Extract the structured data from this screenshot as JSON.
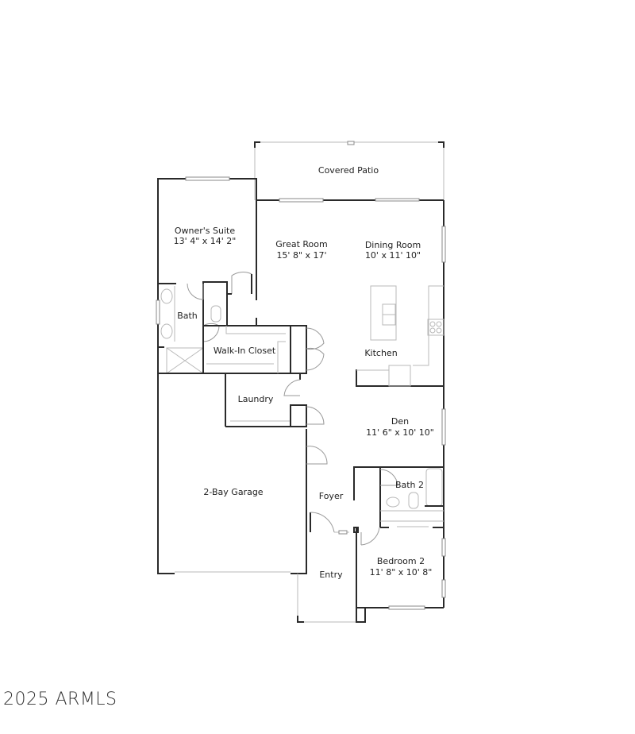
{
  "plan": {
    "rooms": [
      {
        "name": "Covered Patio",
        "dims": ""
      },
      {
        "name": "Owner's Suite",
        "dims": "13' 4\" x 14' 2\""
      },
      {
        "name": "Great Room",
        "dims": "15' 8\" x 17'"
      },
      {
        "name": "Dining Room",
        "dims": "10' x 11' 10\""
      },
      {
        "name": "Bath",
        "dims": ""
      },
      {
        "name": "Walk-In Closet",
        "dims": ""
      },
      {
        "name": "Kitchen",
        "dims": ""
      },
      {
        "name": "Laundry",
        "dims": ""
      },
      {
        "name": "Den",
        "dims": "11' 6\" x 10' 10\""
      },
      {
        "name": "2-Bay Garage",
        "dims": ""
      },
      {
        "name": "Foyer",
        "dims": ""
      },
      {
        "name": "Bath 2",
        "dims": ""
      },
      {
        "name": "Bedroom 2",
        "dims": "11' 8\" x 10' 8\""
      },
      {
        "name": "Entry",
        "dims": ""
      }
    ]
  },
  "watermark": "2025 ARMLS",
  "colors": {
    "wall": "#2a2a2a",
    "fixture": "#b8b8b8",
    "background": "#ffffff"
  }
}
